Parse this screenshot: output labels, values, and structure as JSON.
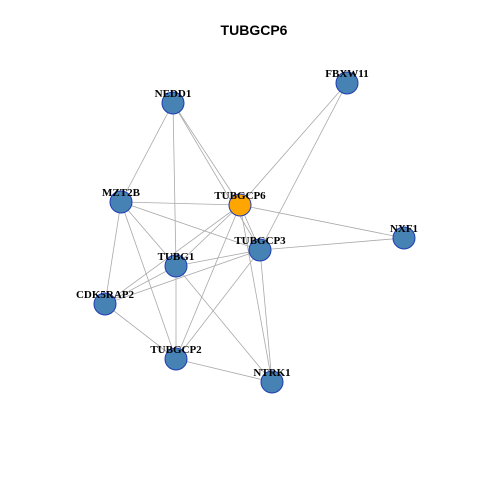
{
  "title": "TUBGCP6",
  "colors": {
    "focus_node": "#ffa500",
    "node": "#4682b4",
    "node_border": "#1f3bb3",
    "edge": "#a9a9a9"
  },
  "nodes": [
    {
      "id": "TUBGCP6",
      "label": "TUBGCP6",
      "focus": true
    },
    {
      "id": "NEDD1",
      "label": "NEDD1",
      "focus": false
    },
    {
      "id": "FBXW11",
      "label": "FBXW11",
      "focus": false
    },
    {
      "id": "MZT2B",
      "label": "MZT2B",
      "focus": false
    },
    {
      "id": "TUBGCP3",
      "label": "TUBGCP3",
      "focus": false
    },
    {
      "id": "NXF1",
      "label": "NXF1",
      "focus": false
    },
    {
      "id": "TUBG1",
      "label": "TUBG1",
      "focus": false
    },
    {
      "id": "CDK5RAP2",
      "label": "CDK5RAP2",
      "focus": false
    },
    {
      "id": "TUBGCP2",
      "label": "TUBGCP2",
      "focus": false
    },
    {
      "id": "NTRK1",
      "label": "NTRK1",
      "focus": false
    }
  ],
  "edges": [
    [
      "NEDD1",
      "TUBGCP6"
    ],
    [
      "NEDD1",
      "MZT2B"
    ],
    [
      "NEDD1",
      "TUBG1"
    ],
    [
      "NEDD1",
      "TUBGCP3"
    ],
    [
      "FBXW11",
      "TUBGCP6"
    ],
    [
      "FBXW11",
      "TUBGCP3"
    ],
    [
      "MZT2B",
      "TUBGCP6"
    ],
    [
      "MZT2B",
      "TUBGCP3"
    ],
    [
      "MZT2B",
      "TUBG1"
    ],
    [
      "MZT2B",
      "CDK5RAP2"
    ],
    [
      "MZT2B",
      "TUBGCP2"
    ],
    [
      "TUBGCP6",
      "NXF1"
    ],
    [
      "TUBGCP6",
      "TUBGCP3"
    ],
    [
      "TUBGCP6",
      "TUBG1"
    ],
    [
      "TUBGCP6",
      "CDK5RAP2"
    ],
    [
      "TUBGCP6",
      "TUBGCP2"
    ],
    [
      "TUBGCP6",
      "NTRK1"
    ],
    [
      "TUBGCP3",
      "NXF1"
    ],
    [
      "TUBGCP3",
      "TUBG1"
    ],
    [
      "TUBGCP3",
      "CDK5RAP2"
    ],
    [
      "TUBGCP3",
      "TUBGCP2"
    ],
    [
      "TUBGCP3",
      "NTRK1"
    ],
    [
      "TUBG1",
      "CDK5RAP2"
    ],
    [
      "TUBG1",
      "TUBGCP2"
    ],
    [
      "TUBG1",
      "NTRK1"
    ],
    [
      "CDK5RAP2",
      "TUBGCP2"
    ],
    [
      "TUBGCP2",
      "NTRK1"
    ]
  ]
}
